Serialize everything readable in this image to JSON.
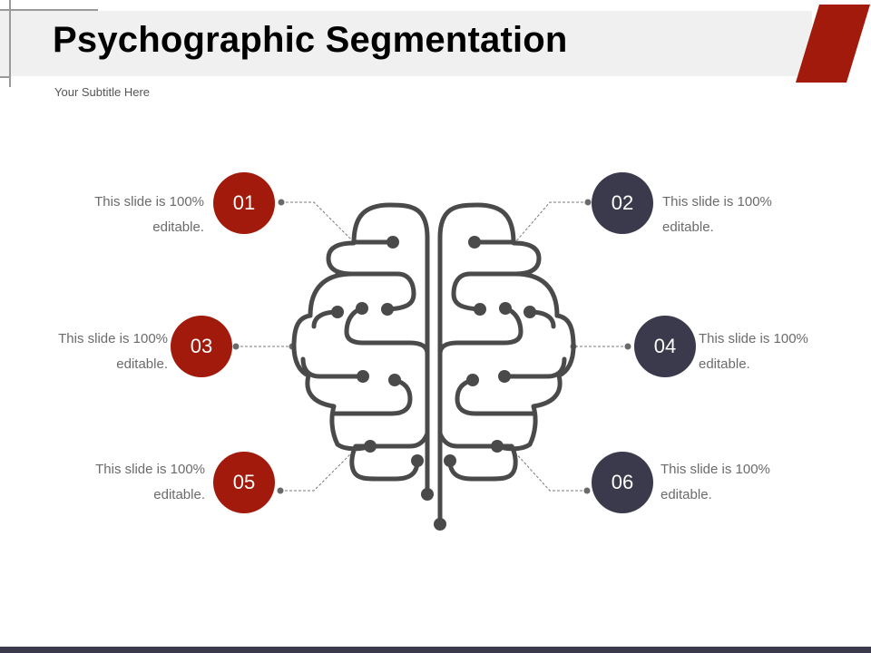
{
  "header": {
    "title": "Psychographic Segmentation",
    "subtitle": "Your Subtitle Here"
  },
  "colors": {
    "accent_red": "#a11a0c",
    "dark_navy": "#3a3a4c",
    "brain_stroke": "#4a4a4a",
    "text_gray": "#6b6b6b"
  },
  "items": [
    {
      "number": "01",
      "line1": "This slide is 100%",
      "line2": "editable."
    },
    {
      "number": "02",
      "line1": "This slide is 100%",
      "line2": "editable."
    },
    {
      "number": "03",
      "line1": "This slide is 100%",
      "line2": "editable."
    },
    {
      "number": "04",
      "line1": "This slide is 100%",
      "line2": "editable."
    },
    {
      "number": "05",
      "line1": "This slide is 100%",
      "line2": "editable."
    },
    {
      "number": "06",
      "line1": "This slide is 100%",
      "line2": "editable."
    }
  ],
  "icons": {
    "center": "brain-circuit-icon"
  }
}
